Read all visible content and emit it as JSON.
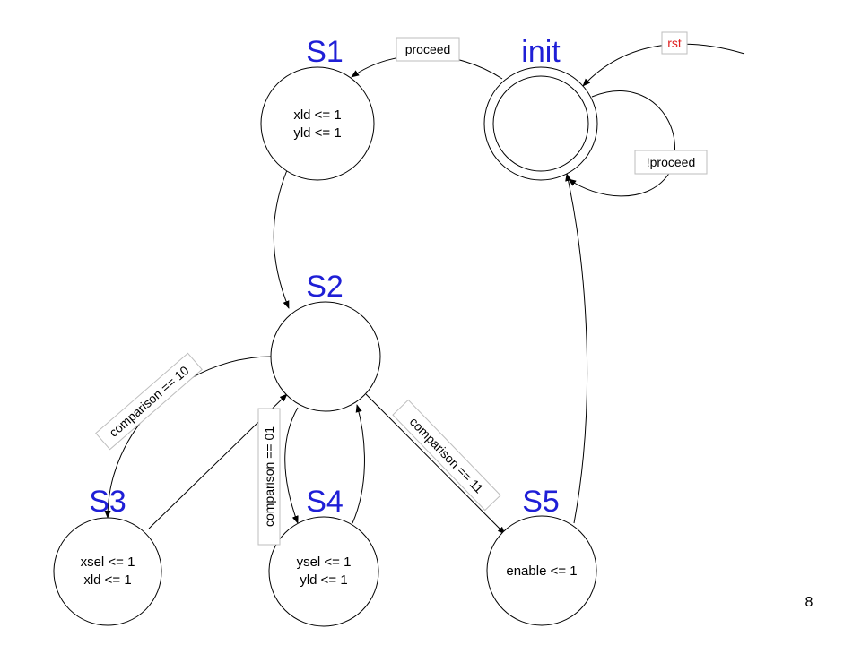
{
  "states": {
    "s1": {
      "title": "S1",
      "line1": "xld <= 1",
      "line2": "yld <= 1"
    },
    "init": {
      "title": "init"
    },
    "s2": {
      "title": "S2"
    },
    "s3": {
      "title": "S3",
      "line1": "xsel <= 1",
      "line2": "xld <= 1"
    },
    "s4": {
      "title": "S4",
      "line1": "ysel <= 1",
      "line2": "yld <= 1"
    },
    "s5": {
      "title": "S5",
      "line1": "enable <= 1"
    }
  },
  "transitions": {
    "proceed": "proceed",
    "not_proceed": "!proceed",
    "rst": "rst",
    "comparison_10": "comparison == 10",
    "comparison_01": "comparison == 01",
    "comparison_11": "comparison == 11"
  },
  "colors": {
    "state_title": "#1f1fd6",
    "reset_label": "#e02020"
  },
  "page_number": "8"
}
